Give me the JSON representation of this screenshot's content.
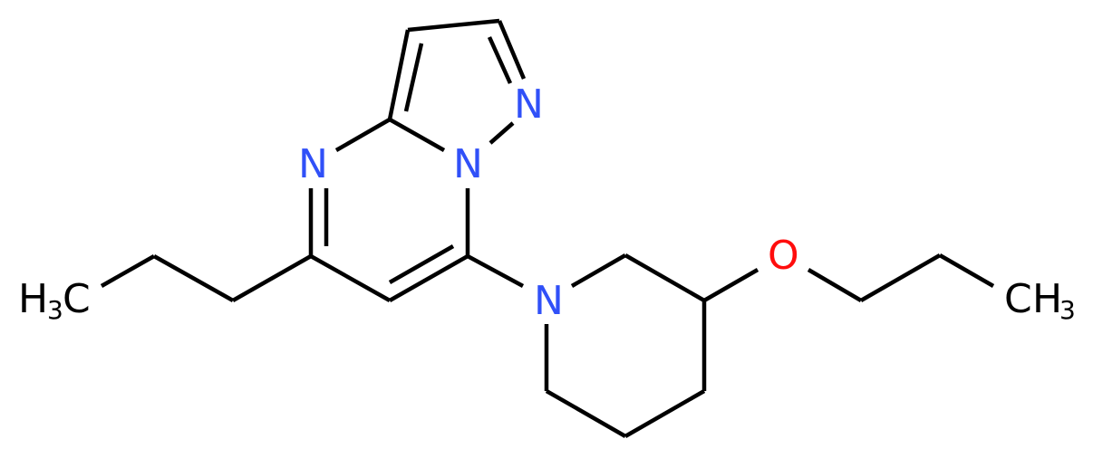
{
  "molecule": {
    "description": "7-(3-propoxypiperidin-1-yl)-5-propylpyrazolo[1,5-a]pyrimidine",
    "colors": {
      "bond": "#000000",
      "nitrogen": "#3050F8",
      "oxygen": "#FF0D0D",
      "carbon_label": "#000000"
    },
    "labels": {
      "n_pyrazole_top": "N",
      "n_bridge": "N",
      "n_pyrimidine": "N",
      "n_piperidine": "N",
      "o_ether": "O",
      "ch3_left_main": "H",
      "ch3_left_sub": "3",
      "ch3_left_c": "C",
      "ch3_right_c": "C",
      "ch3_right_h": "H",
      "ch3_right_sub": "3"
    }
  }
}
